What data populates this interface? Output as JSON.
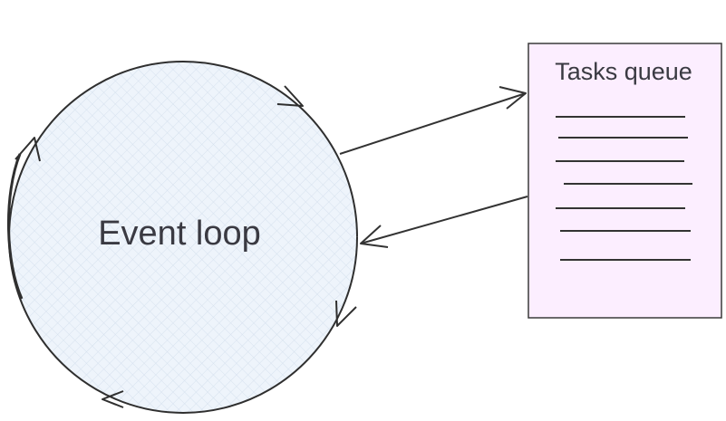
{
  "diagram": {
    "event_loop": {
      "label": "Event loop",
      "fill": "#eef4fb",
      "hatch": "#d6e1ee",
      "stroke": "#2f2f2f"
    },
    "tasks_queue": {
      "label": "Tasks queue",
      "fill": "#fceeff",
      "stroke": "#3a3a3a",
      "line_count": 7
    },
    "connectors": [
      {
        "from": "event_loop",
        "to": "tasks_queue"
      },
      {
        "from": "tasks_queue",
        "to": "event_loop"
      }
    ],
    "ink": "#333333"
  }
}
